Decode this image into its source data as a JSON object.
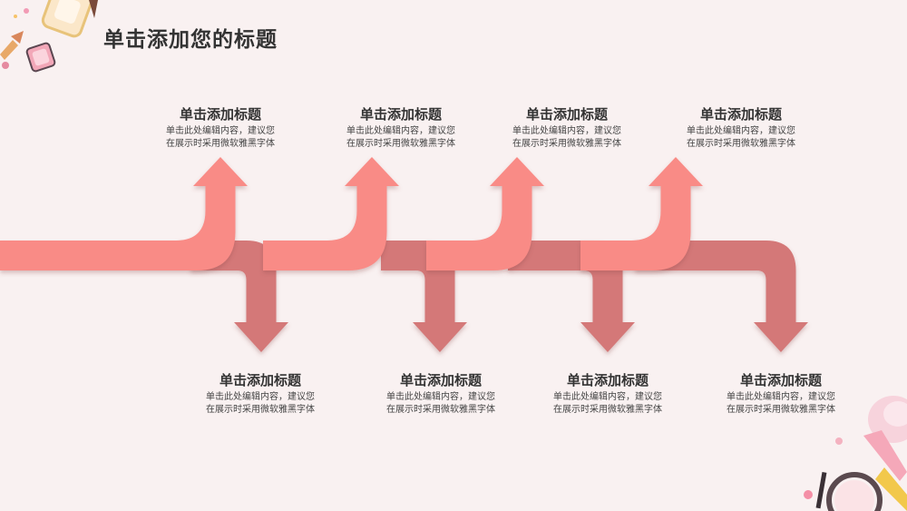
{
  "title": "单击添加您的标题",
  "colors": {
    "background": "#f9f1f1",
    "upper_arrow": "#f98b86",
    "lower_arrow": "#d47878"
  },
  "upper_items": [
    {
      "title": "单击添加标题",
      "line1": "单击此处编辑内容，建议您",
      "line2": "在展示时采用微软雅黑字体"
    },
    {
      "title": "单击添加标题",
      "line1": "单击此处编辑内容，建议您",
      "line2": "在展示时采用微软雅黑字体"
    },
    {
      "title": "单击添加标题",
      "line1": "单击此处编辑内容，建议您",
      "line2": "在展示时采用微软雅黑字体"
    },
    {
      "title": "单击添加标题",
      "line1": "单击此处编辑内容，建议您",
      "line2": "在展示时采用微软雅黑字体"
    }
  ],
  "lower_items": [
    {
      "title": "单击添加标题",
      "line1": "单击此处编辑内容，建议您",
      "line2": "在展示时采用微软雅黑字体"
    },
    {
      "title": "单击添加标题",
      "line1": "单击此处编辑内容，建议您",
      "line2": "在展示时采用微软雅黑字体"
    },
    {
      "title": "单击添加标题",
      "line1": "单击此处编辑内容，建议您",
      "line2": "在展示时采用微软雅黑字体"
    },
    {
      "title": "单击添加标题",
      "line1": "单击此处编辑内容，建议您",
      "line2": "在展示时采用微软雅黑字体"
    }
  ],
  "decorations": {
    "top_left": "makeup-tools-illustration",
    "bottom_right": "cosmetics-illustration"
  }
}
